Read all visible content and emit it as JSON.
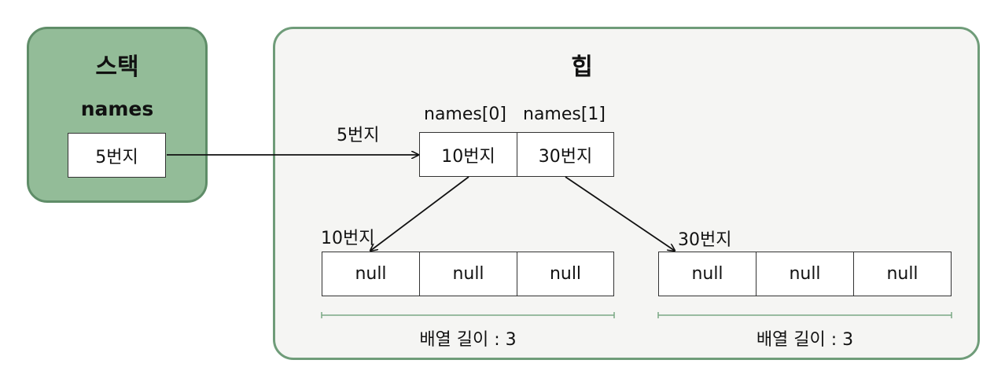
{
  "stack": {
    "title": "스택",
    "variable": "names",
    "value": "5번지"
  },
  "heap": {
    "title": "힙",
    "outer_array": {
      "address_label": "5번지",
      "index_labels": [
        "names[0]",
        "names[1]"
      ],
      "cells": [
        "10번지",
        "30번지"
      ]
    },
    "inner_arrays": [
      {
        "address_label": "10번지",
        "cells": [
          "null",
          "null",
          "null"
        ],
        "length_label": "배열 길이 : 3"
      },
      {
        "address_label": "30번지",
        "cells": [
          "null",
          "null",
          "null"
        ],
        "length_label": "배열 길이 : 3"
      }
    ]
  },
  "colors": {
    "stack_fill": "#93bc98",
    "stack_border": "#5f8d68",
    "heap_fill": "#f5f5f3",
    "heap_border": "#6f9c79",
    "length_bracket": "#7aa884"
  }
}
